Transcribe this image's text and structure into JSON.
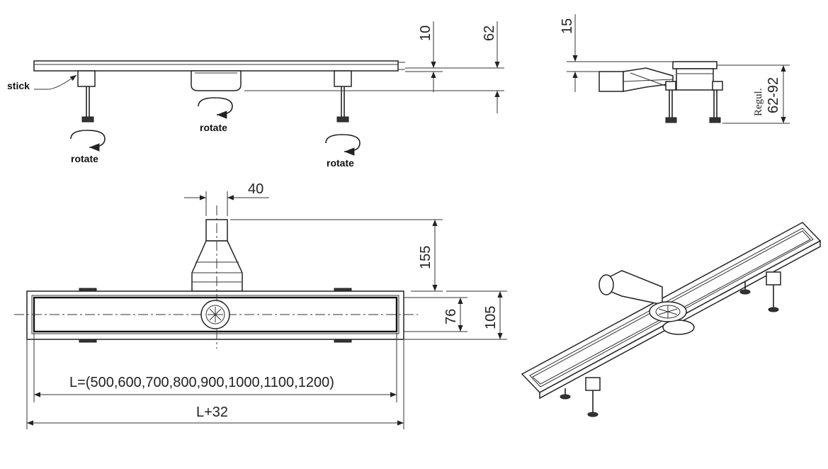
{
  "side_view": {
    "labels": {
      "stick": "stick",
      "rotate": "rotate"
    },
    "dimensions": {
      "cover_thickness": "10",
      "total_height": "62"
    }
  },
  "end_view": {
    "dimensions": {
      "grate_height": "15",
      "adjust_range": "62-92"
    },
    "labels": {
      "regul": "Regul."
    }
  },
  "top_view": {
    "dimensions": {
      "outlet_width": "40",
      "outlet_length": "155",
      "inner_width": "76",
      "outer_width": "105",
      "length_options": "L=(500,600,700,800,900,1000,1100,1200)",
      "overall_length": "L+32"
    }
  },
  "colors": {
    "line": "#222222",
    "background": "#ffffff"
  }
}
